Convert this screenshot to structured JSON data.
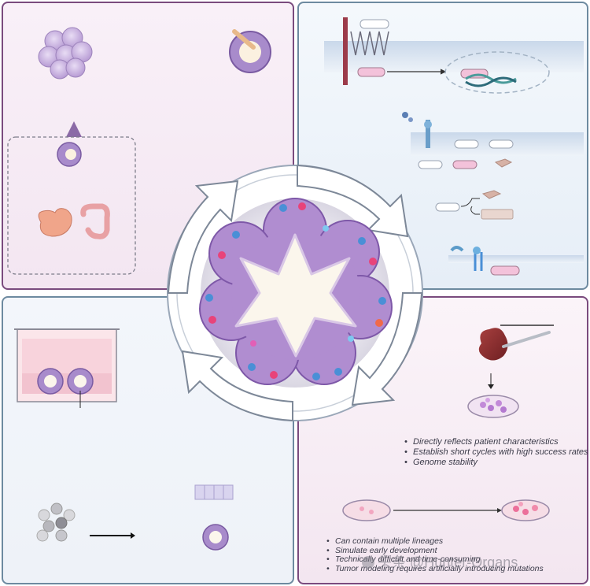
{
  "figure": {
    "patient_derived": {
      "bullets": [
        "Directly reflects patient characteristics",
        "Establish short cycles with high success rates",
        "Genome stability"
      ]
    },
    "stem_cell_derived": {
      "bullets": [
        "Can contain multiple lineages",
        "Simulate early development",
        "Technically difficult and time-consuming",
        "Tumor modeling requires artificially introducing mutations"
      ]
    },
    "watermark": "头条 @Hunter-Organs"
  },
  "colors": {
    "panel_border_purple": "#7a4b7e",
    "panel_border_blue": "#6d8aa0",
    "organoid_cell": "#c9a8e0",
    "lumen": "#fbf6ec"
  }
}
